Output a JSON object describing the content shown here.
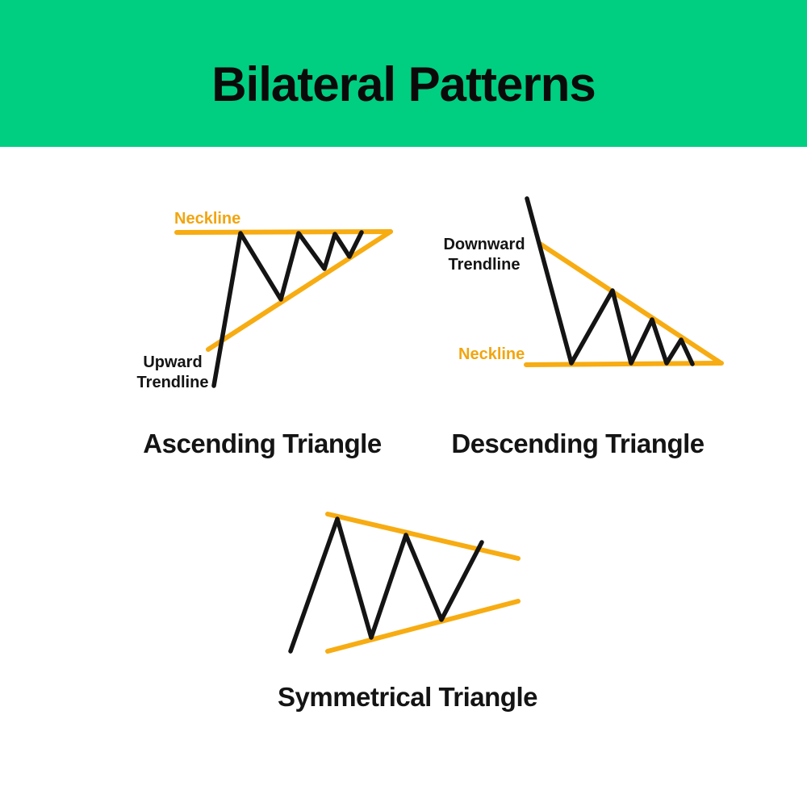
{
  "header": {
    "title": "Bilateral Patterns"
  },
  "colors": {
    "header_bg": "#00CE81",
    "line_black": "#141414",
    "line_yellow": "#F7AC12",
    "label_yellow_text": "#F2A50F",
    "background": "#FFFFFF",
    "title_text": "#0A0A0A"
  },
  "ascending": {
    "title": "Ascending Triangle",
    "neckline_label": "Neckline",
    "trendline_label_top": "Upward",
    "trendline_label_bottom": "Trendline",
    "price_points": "265,478 298,289 348,371 370,289 402,333 415,290 433,318 448,288",
    "neckline_points": "219,288 484,287",
    "trendline_points": "258,433 484,287"
  },
  "descending": {
    "title": "Descending Triangle",
    "neckline_label": "Neckline",
    "trendline_label_top": "Downward",
    "trendline_label_bottom": "Trendline",
    "price_points": "653,246 708,450 759,360 782,450 808,396 826,450 844,421 858,451",
    "neckline_points": "652,452 894,450",
    "trendline_points": "669,302 892,449"
  },
  "symmetrical": {
    "title": "Symmetrical Triangle",
    "price_points": "360,807 418,643 460,790 503,663 547,768 597,672",
    "upper_trendline_points": "406,637 642,692",
    "lower_trendline_points": "406,807 642,745"
  }
}
